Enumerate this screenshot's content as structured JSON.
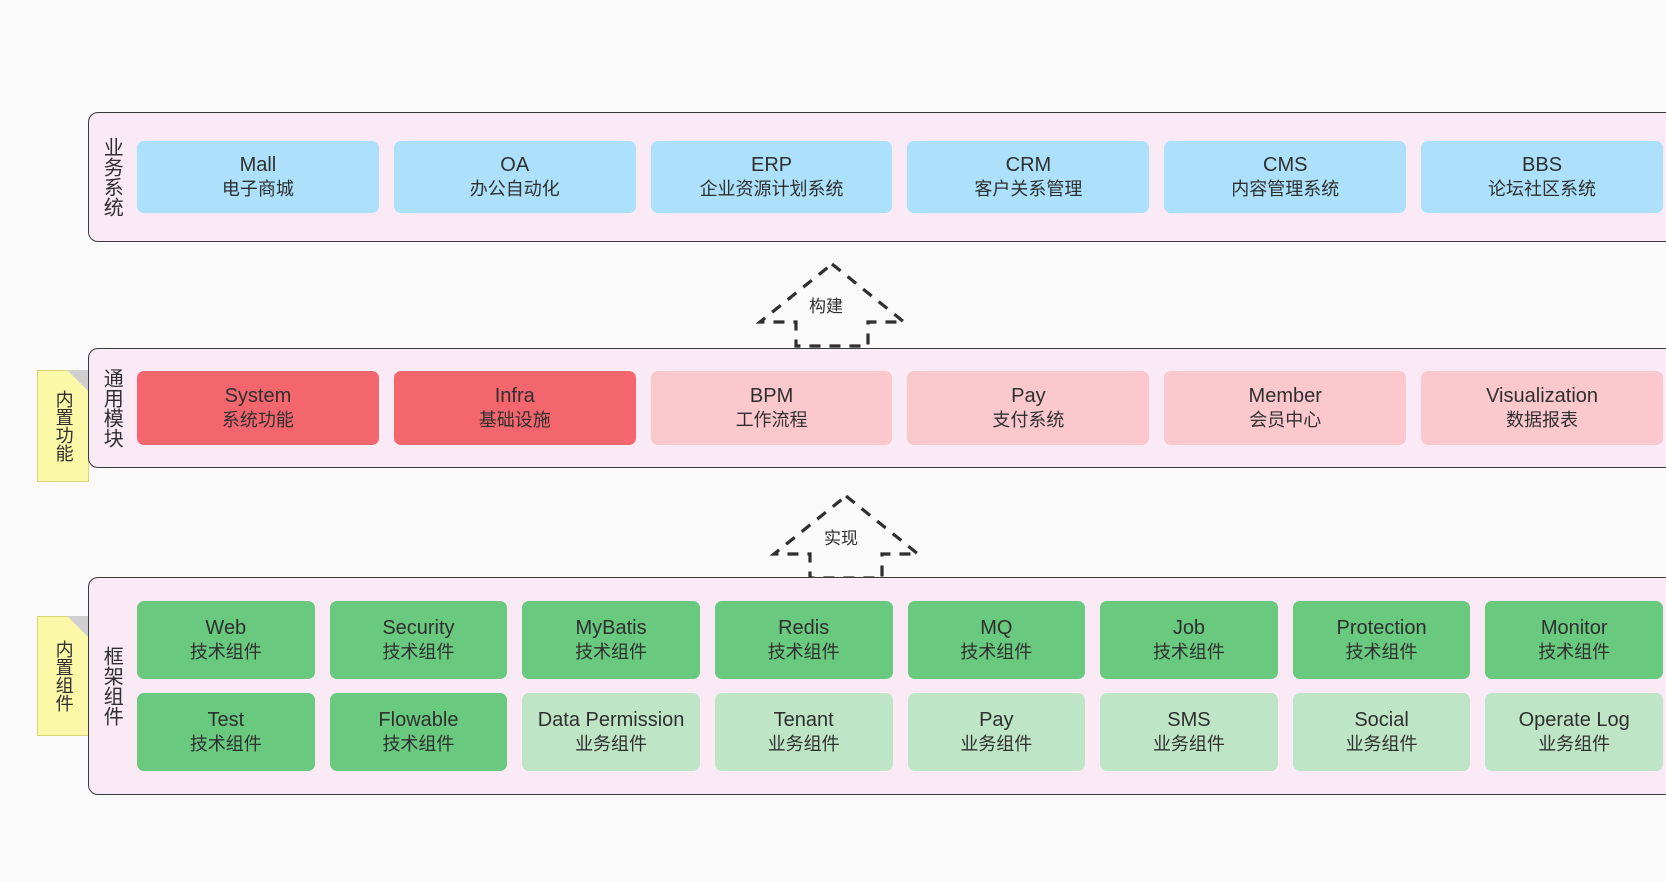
{
  "page": {
    "background": "#fafafa",
    "panel_fill": "#f9eaf5",
    "panel_border": "#3a3a3a"
  },
  "notes": [
    {
      "id": "builtin-functions",
      "text": "内置功能",
      "color": "#fbf8a8"
    },
    {
      "id": "builtin-components",
      "text": "内置组件",
      "color": "#fbf8a8"
    }
  ],
  "layers": {
    "business": {
      "title": "业务系统",
      "color": "#ace0fb",
      "cards": [
        {
          "en": "Mall",
          "cn": "电子商城"
        },
        {
          "en": "OA",
          "cn": "办公自动化"
        },
        {
          "en": "ERP",
          "cn": "企业资源计划系统"
        },
        {
          "en": "CRM",
          "cn": "客户关系管理"
        },
        {
          "en": "CMS",
          "cn": "内容管理系统"
        },
        {
          "en": "BBS",
          "cn": "论坛社区系统"
        }
      ]
    },
    "modules": {
      "title": "通用模块",
      "colors": {
        "primary": "#f4666e",
        "secondary": "#fbc8ce"
      },
      "cards": [
        {
          "en": "System",
          "cn": "系统功能",
          "tone": "primary"
        },
        {
          "en": "Infra",
          "cn": "基础设施",
          "tone": "primary"
        },
        {
          "en": "BPM",
          "cn": "工作流程",
          "tone": "secondary"
        },
        {
          "en": "Pay",
          "cn": "支付系统",
          "tone": "secondary"
        },
        {
          "en": "Member",
          "cn": "会员中心",
          "tone": "secondary"
        },
        {
          "en": "Visualization",
          "cn": "数据报表",
          "tone": "secondary"
        }
      ]
    },
    "framework": {
      "title": "框架组件",
      "colors": {
        "tech": "#68c97f",
        "business": "#bde5c6"
      },
      "row_tech": [
        {
          "en": "Web",
          "cn": "技术组件"
        },
        {
          "en": "Security",
          "cn": "技术组件"
        },
        {
          "en": "MyBatis",
          "cn": "技术组件"
        },
        {
          "en": "Redis",
          "cn": "技术组件"
        },
        {
          "en": "MQ",
          "cn": "技术组件"
        },
        {
          "en": "Job",
          "cn": "技术组件"
        },
        {
          "en": "Protection",
          "cn": "技术组件"
        },
        {
          "en": "Monitor",
          "cn": "技术组件"
        }
      ],
      "row_business": [
        {
          "en": "Test",
          "cn": "技术组件",
          "tone": "tech"
        },
        {
          "en": "Flowable",
          "cn": "技术组件",
          "tone": "tech"
        },
        {
          "en": "Data Permission",
          "cn": "业务组件",
          "tone": "business"
        },
        {
          "en": "Tenant",
          "cn": "业务组件",
          "tone": "business"
        },
        {
          "en": "Pay",
          "cn": "业务组件",
          "tone": "business"
        },
        {
          "en": "SMS",
          "cn": "业务组件",
          "tone": "business"
        },
        {
          "en": "Social",
          "cn": "业务组件",
          "tone": "business"
        },
        {
          "en": "Operate Log",
          "cn": "业务组件",
          "tone": "business"
        }
      ]
    }
  },
  "arrows": [
    {
      "id": "build",
      "label": "构建",
      "style": "dashed-hollow-up"
    },
    {
      "id": "implement",
      "label": "实现",
      "style": "dashed-hollow-up"
    }
  ]
}
